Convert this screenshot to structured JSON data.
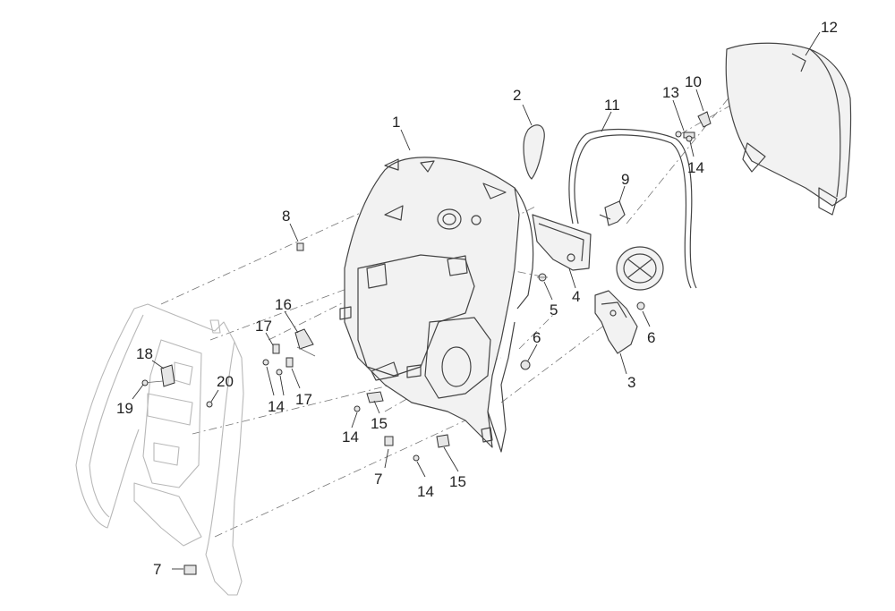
{
  "callouts": [
    {
      "id": "1",
      "text": "1"
    },
    {
      "id": "2",
      "text": "2"
    },
    {
      "id": "3",
      "text": "3"
    },
    {
      "id": "4",
      "text": "4"
    },
    {
      "id": "5",
      "text": "5"
    },
    {
      "id": "6a",
      "text": "6"
    },
    {
      "id": "6b",
      "text": "6"
    },
    {
      "id": "7a",
      "text": "7"
    },
    {
      "id": "7b",
      "text": "7"
    },
    {
      "id": "8",
      "text": "8"
    },
    {
      "id": "9",
      "text": "9"
    },
    {
      "id": "10",
      "text": "10"
    },
    {
      "id": "11",
      "text": "11"
    },
    {
      "id": "12",
      "text": "12"
    },
    {
      "id": "13",
      "text": "13"
    },
    {
      "id": "14a",
      "text": "14"
    },
    {
      "id": "14b",
      "text": "14"
    },
    {
      "id": "14c",
      "text": "14"
    },
    {
      "id": "14d",
      "text": "14"
    },
    {
      "id": "15a",
      "text": "15"
    },
    {
      "id": "15b",
      "text": "15"
    },
    {
      "id": "16",
      "text": "16"
    },
    {
      "id": "17a",
      "text": "17"
    },
    {
      "id": "17b",
      "text": "17"
    },
    {
      "id": "18",
      "text": "18"
    },
    {
      "id": "19",
      "text": "19"
    },
    {
      "id": "20",
      "text": "20"
    }
  ]
}
